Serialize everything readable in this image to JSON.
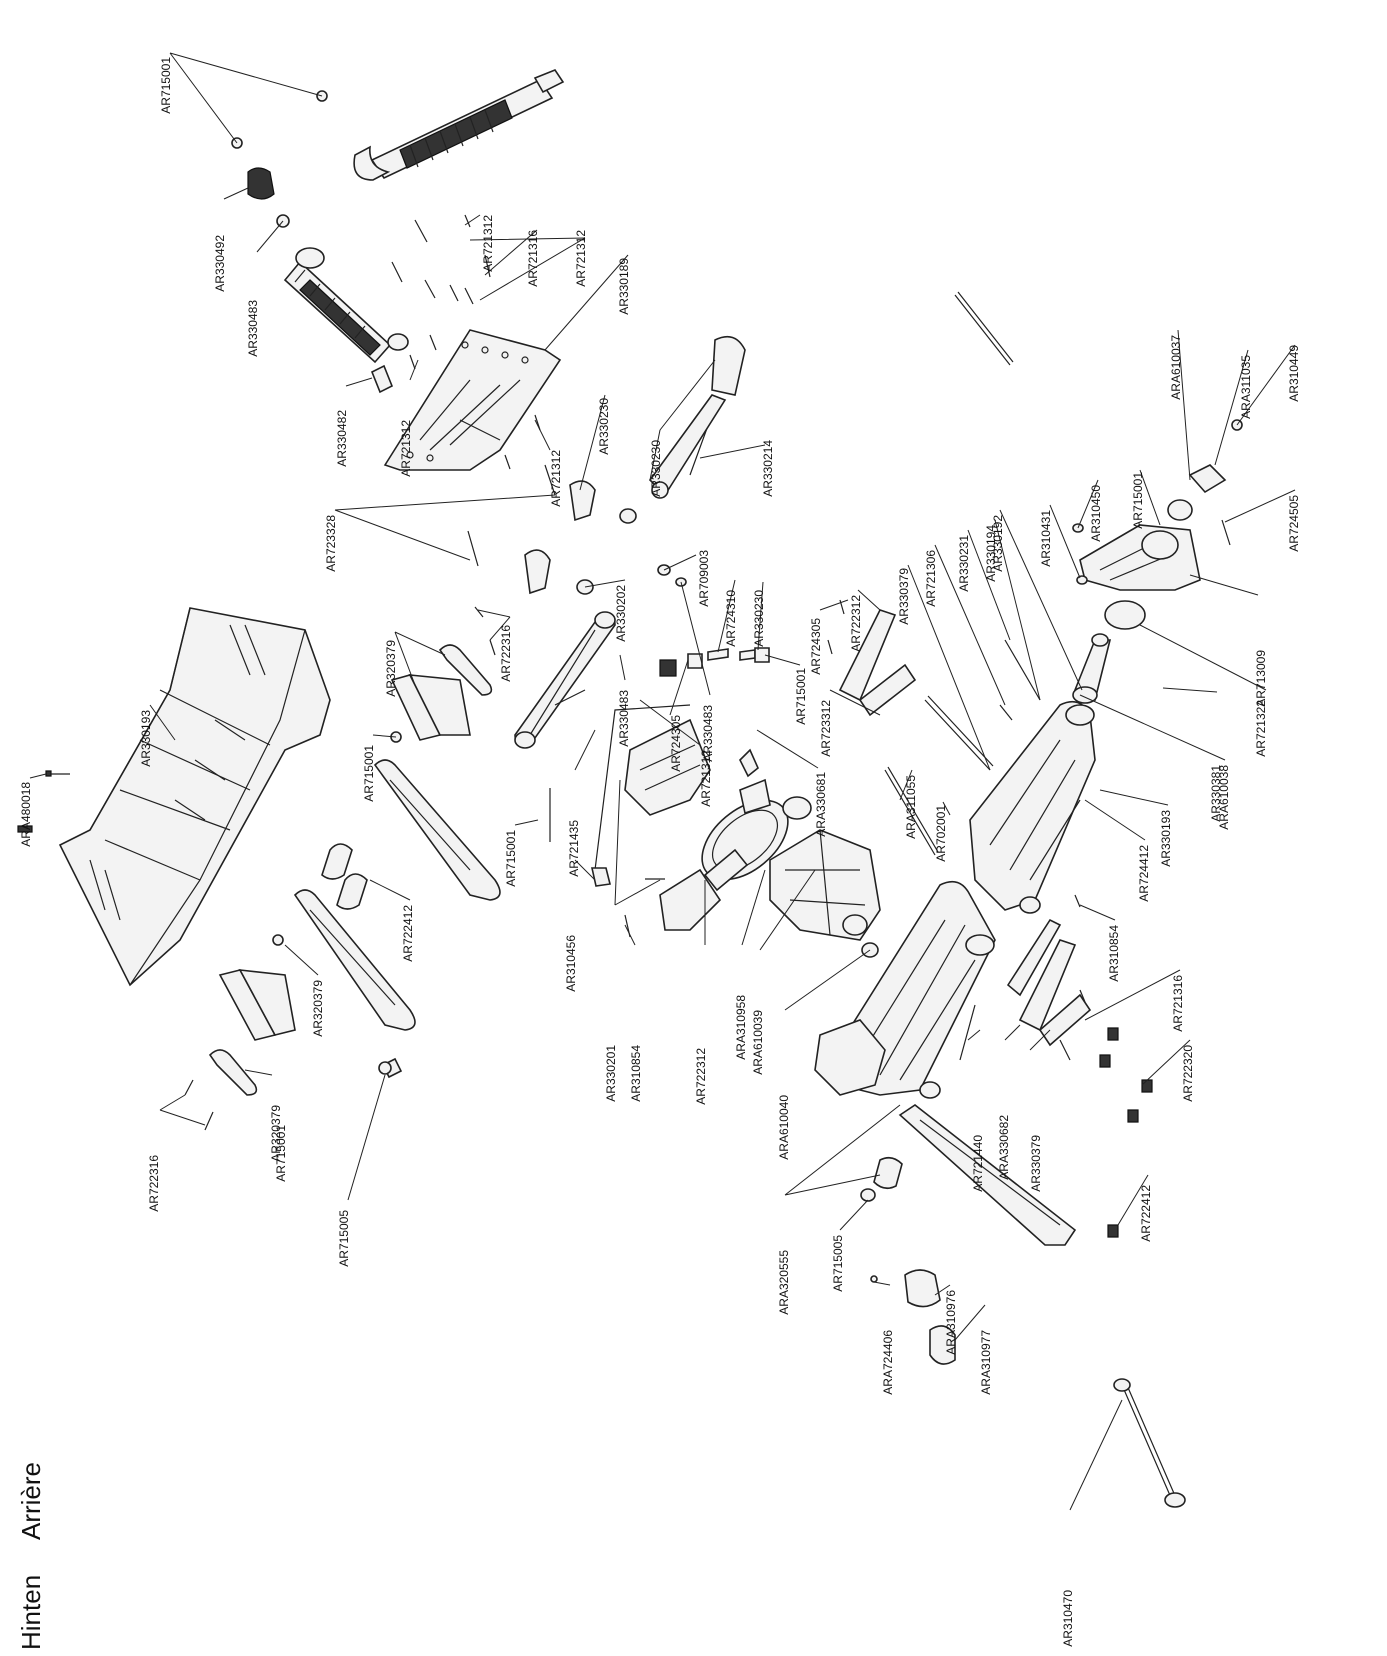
{
  "title": {
    "line1": "Hinten",
    "line2": "Arrière"
  },
  "parts": [
    "AR715001",
    "AR330492",
    "AR330483",
    "AR721312",
    "AR721316",
    "AR721312",
    "AR330189",
    "AR330482",
    "AR721312",
    "AR721312",
    "AR330230",
    "AR330230",
    "AR330214",
    "AR723328",
    "AR709003",
    "AR330202",
    "AR722316",
    "AR724310",
    "AR330230",
    "AR320379",
    "AR715001",
    "AR724305",
    "AR330483",
    "AR715001",
    "AR330483",
    "AR724305",
    "AR722312",
    "AR330379",
    "AR721306",
    "AR330231",
    "AR330194",
    "AR330192",
    "AR310431",
    "AR310450",
    "AR715001",
    "ARA610037",
    "ARA311035",
    "AR310449",
    "AR724505",
    "AR713009",
    "AR330193",
    "ARA480018",
    "AR721312",
    "AR723312",
    "ARA330681",
    "ARA311055",
    "AR330381",
    "AR721322",
    "ARA610038",
    "AR330193",
    "AR715001",
    "AR721435",
    "AR702001",
    "AR724412",
    "AR310456",
    "AR330201",
    "AR310854",
    "AR722312",
    "ARA310958",
    "ARA610039",
    "AR310854",
    "AR721316",
    "AR722320",
    "AR722412",
    "AR320379",
    "AR715001",
    "AR722316",
    "AR320379",
    "ARA610040",
    "AR721440",
    "ARA330682",
    "AR330379",
    "AR715005",
    "ARA320555",
    "AR722412",
    "AR715005",
    "ARA724406",
    "ARA310976",
    "ARA310977",
    "AR310470"
  ]
}
